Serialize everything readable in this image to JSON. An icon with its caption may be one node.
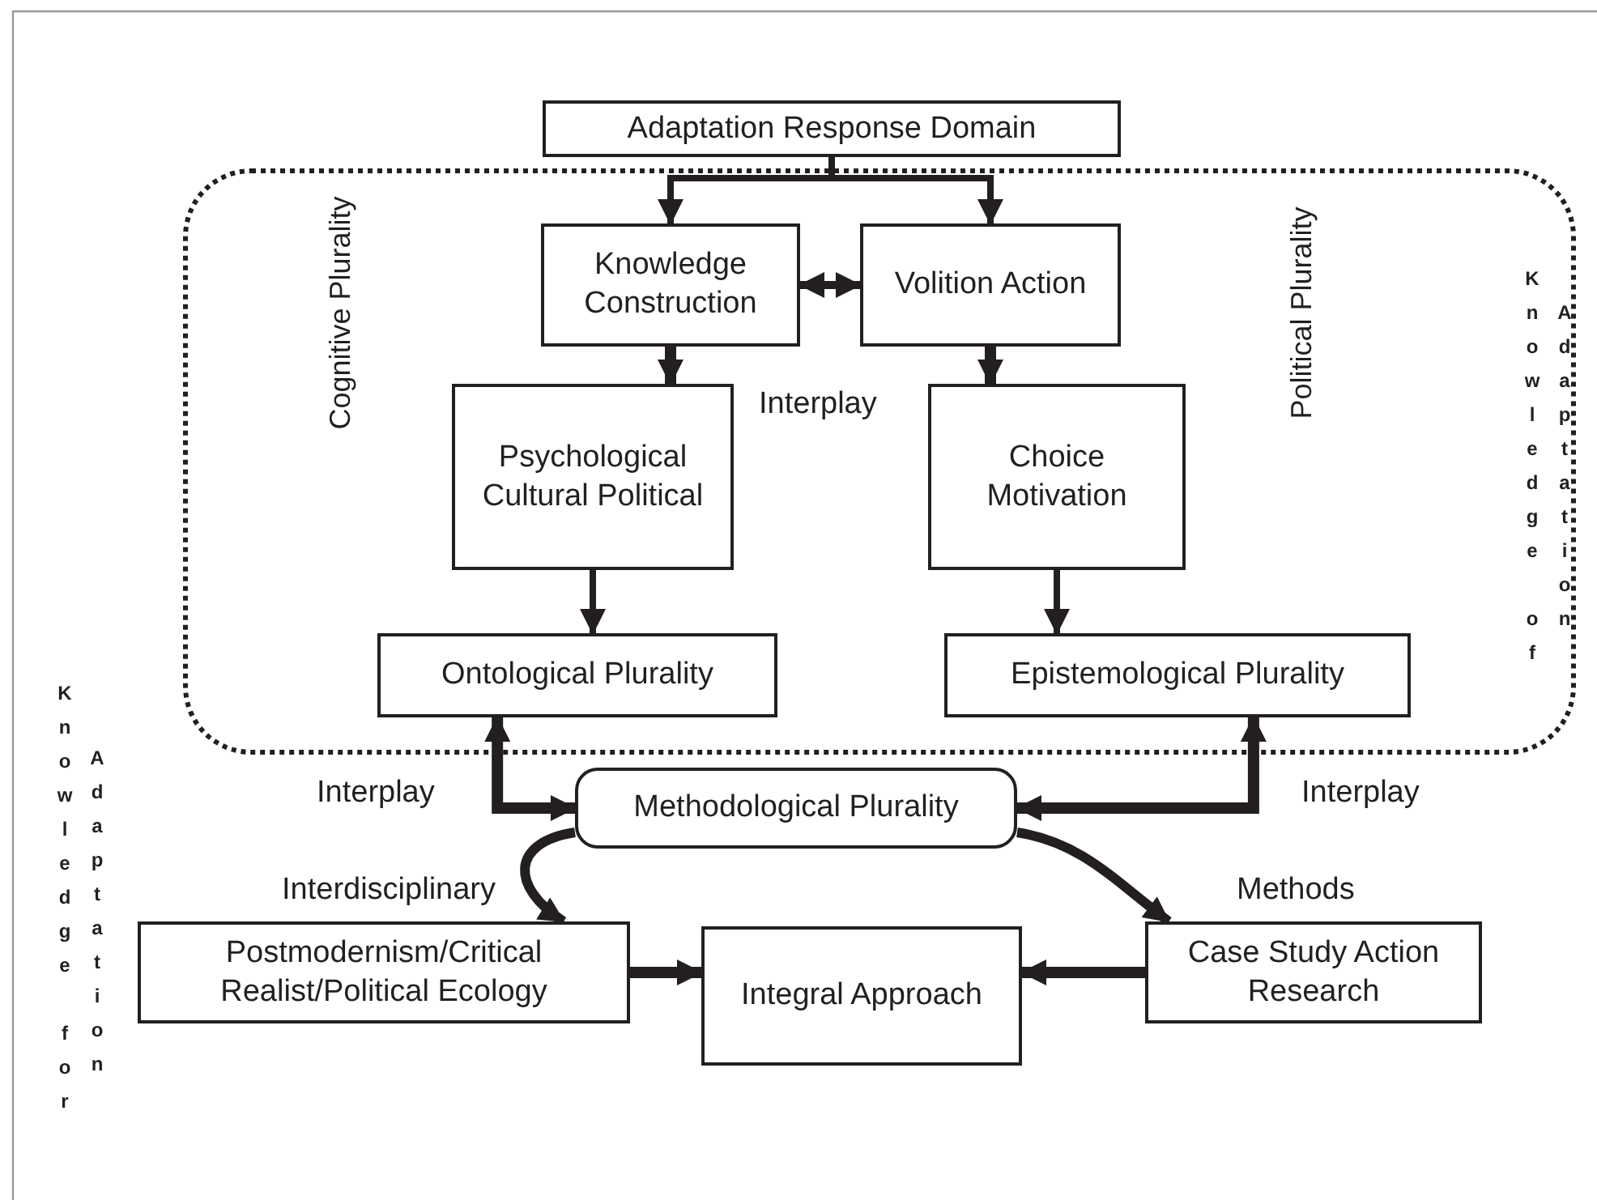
{
  "diagram": {
    "nodes": [
      {
        "text": [
          "Adaptation Response Domain"
        ]
      },
      {
        "text": [
          "Cognitive Plurality",
          "Political Plurality"
        ]
      },
      {
        "text": [
          "Knowledge Construction"
        ],
        "in": 1
      },
      {
        "text": [
          "Volition Action"
        ],
        "in": 1
      },
      {
        "text": [
          "Psychological Cultural Political"
        ],
        "in": 1
      },
      {
        "text": [
          "Choice Motivation"
        ],
        "in": 1
      },
      {
        "text": [
          "Ontological Plurality"
        ],
        "in": 1
      },
      {
        "text": [
          "Epistemological Plurality"
        ],
        "in": 1
      },
      {
        "text": [
          "Methodological Plurality"
        ]
      },
      {
        "text": [
          "Postmodernism/Critical Realist/Political Ecology"
        ]
      },
      {
        "text": [
          "Integral Approach"
        ]
      },
      {
        "text": [
          "Case Study Action Research"
        ]
      }
    ],
    "edges": [
      {
        "from": 0,
        "to": 2,
        "arrow": "to"
      },
      {
        "from": 0,
        "to": 3,
        "arrow": "to"
      },
      {
        "from": 2,
        "to": 3,
        "arrow": "both"
      },
      {
        "from": 2,
        "to": 4,
        "arrow": "to"
      },
      {
        "from": 3,
        "to": 5,
        "arrow": "to"
      },
      {
        "from": 4,
        "to": 6,
        "arrow": "to"
      },
      {
        "from": 5,
        "to": 7,
        "arrow": "to"
      },
      {
        "from": 8,
        "to": 6,
        "arrow": "both",
        "label": "Interplay"
      },
      {
        "from": 8,
        "to": 7,
        "arrow": "both",
        "label": "Interplay"
      },
      {
        "from": 8,
        "to": 9,
        "arrow": "to",
        "label": "Interdisciplinary"
      },
      {
        "from": 8,
        "to": 11,
        "arrow": "to",
        "label": "Methods"
      },
      {
        "from": 9,
        "to": 10,
        "arrow": "to"
      },
      {
        "from": 11,
        "to": 10,
        "arrow": "to"
      }
    ],
    "labels": [
      "Knowledge of",
      "Adaptation",
      "Interplay",
      "Knowledge for",
      "Adaptation"
    ]
  }
}
